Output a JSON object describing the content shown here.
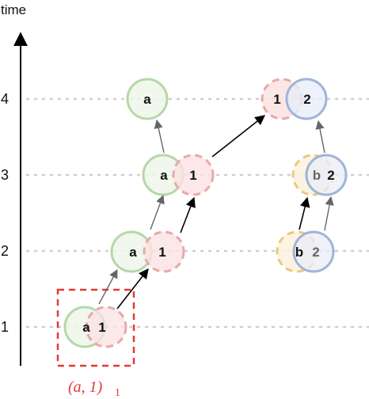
{
  "axis": {
    "title": "time",
    "ticks": [
      "1",
      "2",
      "3",
      "4"
    ]
  },
  "colors": {
    "green_stroke": "#b5d8a7",
    "green_fill": "#eef6ea",
    "red_stroke": "#e8a9a9",
    "red_fill": "#fbe2e2",
    "blue_stroke": "#9fb4d8",
    "blue_fill": "#e9eef7",
    "yellow_stroke": "#ecc97a",
    "yellow_fill": "#fdf1de",
    "highlight": "#e53935"
  },
  "nodes": {
    "t1_a": "a",
    "t1_1": "1",
    "t2_a": "a",
    "t2_1": "1",
    "t3_a": "a",
    "t3_1": "1",
    "t4_a": "a",
    "t4_1": "1",
    "t4_2": "2",
    "t3_b": "b",
    "t3_2": "2",
    "t2_b": "b",
    "t2_2": "2"
  },
  "caption": {
    "main": "(a, 1)",
    "sub": "1"
  }
}
